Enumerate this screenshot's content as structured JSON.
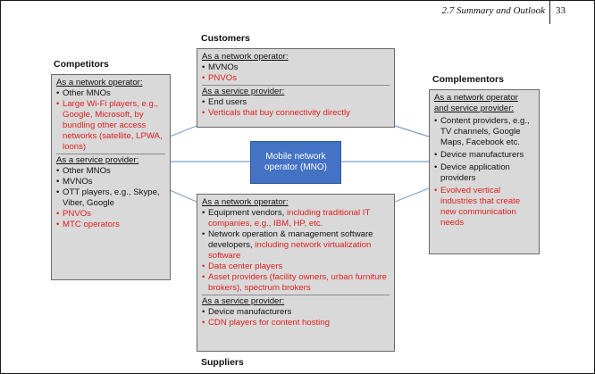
{
  "header": {
    "section_title": "2.7 Summary and Outlook",
    "page_number": "33"
  },
  "center": {
    "label": "Mobile network operator (MNO)"
  },
  "colors": {
    "box_fill": "#d9d9d9",
    "center_fill": "#4472c4",
    "highlight_red": "#e02020",
    "connector": "#7f9fc7"
  },
  "competitors": {
    "title": "Competitors",
    "network_heading": "As a network operator:",
    "network_items": [
      {
        "text": "Other MNOs",
        "red": false
      },
      {
        "text": "Large Wi-Fi players, e.g., Google, Microsoft, by bundling other access networks (satellite, LPWA, loons)",
        "red": true
      }
    ],
    "service_heading": "As a service provider:",
    "service_items": [
      {
        "text": "Other MNOs",
        "red": false
      },
      {
        "text": "MVNOs",
        "red": false
      },
      {
        "text": "OTT players, e.g., Skype, Viber, Google",
        "red": false
      },
      {
        "text": "PNVOs",
        "red": true
      },
      {
        "text": "MTC operators",
        "red": true
      }
    ]
  },
  "customers": {
    "title": "Customers",
    "network_heading": "As a network operator:",
    "network_items": [
      {
        "text": "MVNOs",
        "red": false
      },
      {
        "text": "PNVOs",
        "red": true
      }
    ],
    "service_heading": "As a service provider:",
    "service_items": [
      {
        "text": "End users",
        "red": false
      },
      {
        "text": "Verticals that buy connectivity directly",
        "red": true
      }
    ]
  },
  "complementors": {
    "title": "Complementors",
    "heading": "As a network operator and service provider:",
    "items": [
      {
        "text": "Content providers, e.g., TV channels, Google Maps, Facebook etc.",
        "red": false
      },
      {
        "text": "Device manufacturers",
        "red": false
      },
      {
        "text": "Device application providers",
        "red": false
      },
      {
        "text": "Evolved vertical industries that create new communication needs",
        "red": true
      }
    ]
  },
  "suppliers": {
    "title": "Suppliers",
    "network_heading": "As a network operator:",
    "network_items": [
      {
        "parts": [
          {
            "text": "Equipment vendors, ",
            "red": false
          },
          {
            "text": "including traditional IT companies, e.g., IBM, HP, etc.",
            "red": true
          }
        ]
      },
      {
        "parts": [
          {
            "text": "Network operation & management software developers, ",
            "red": false
          },
          {
            "text": "including network virtualization software",
            "red": true
          }
        ]
      },
      {
        "parts": [
          {
            "text": "Data center players",
            "red": true
          }
        ]
      },
      {
        "parts": [
          {
            "text": "Asset providers (facility owners, urban furniture brokers), spectrum brokers",
            "red": true
          }
        ]
      }
    ],
    "service_heading": "As a service provider:",
    "service_items": [
      {
        "parts": [
          {
            "text": "Device manufacturers",
            "red": false
          }
        ]
      },
      {
        "parts": [
          {
            "text": "CDN players for content hosting",
            "red": true
          }
        ]
      }
    ]
  }
}
